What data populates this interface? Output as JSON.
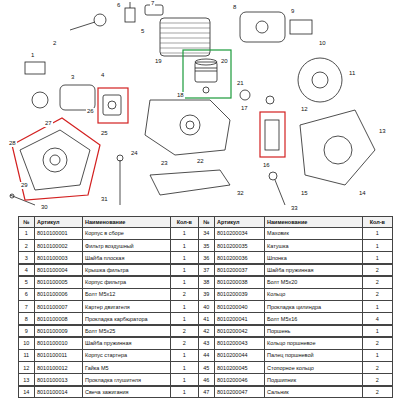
{
  "diagram": {
    "labels": [
      "1",
      "2",
      "3",
      "4",
      "5",
      "6",
      "7",
      "8",
      "9",
      "10",
      "11",
      "12",
      "13",
      "14",
      "15",
      "16",
      "17",
      "18",
      "19",
      "20",
      "21",
      "22",
      "23",
      "24",
      "25",
      "26",
      "27",
      "28",
      "29",
      "30",
      "31",
      "32",
      "33",
      "№",
      "Артикул",
      "Наименование",
      "Кол-в",
      "№",
      "Артикул",
      "Наименование",
      "Кол-в",
      "1",
      "8010100001",
      "Корпус в сборе",
      "1",
      "34",
      "8010200034",
      "Маховик",
      "1",
      "2",
      "8010100002",
      "Фильтр воздушный",
      "1",
      "35",
      "8010200035",
      "Катушка",
      "1",
      "3",
      "8010100003",
      "Шайба плоская",
      "1",
      "36",
      "8010200036",
      "Шпонка",
      "1",
      "4",
      "8010100004",
      "Крышка фильтра",
      "1",
      "37",
      "8010200037",
      "Шайба пружинная",
      "2",
      "5",
      "8010100005",
      "Корпус фильтра",
      "1",
      "38",
      "8010200038",
      "Болт M5x20",
      "2",
      "6",
      "8010100006",
      "Болт M5x12",
      "2",
      "39",
      "8010200039",
      "Кольцо",
      "2",
      "7",
      "8010100007",
      "Картер двигателя",
      "1",
      "40",
      "8010200040",
      "Прокладка цилиндра",
      "1",
      "8",
      "8010100008",
      "Прокладка карбюратора",
      "1",
      "41",
      "8010200041",
      "Болт M5x16",
      "4",
      "9",
      "8010100009",
      "Болт M5x25",
      "2",
      "42",
      "8010200042",
      "Поршень",
      "1",
      "10",
      "8010100010",
      "Шайба пружинная",
      "2",
      "43",
      "8010200043",
      "Кольцо поршневое",
      "2",
      "11",
      "8010100011",
      "Корпус стартера",
      "1",
      "44",
      "8010200044",
      "Палец поршневой",
      "1",
      "12",
      "8010100012",
      "Гайка M5",
      "1",
      "45",
      "8010200045",
      "Стопорное кольцо",
      "2",
      "13",
      "8010100013",
      "Прокладка глушителя",
      "1",
      "46",
      "8010200046",
      "Подшипник",
      "2",
      "14",
      "8010100014",
      "Свеча зажигания",
      "1",
      "47",
      "8010200047",
      "Сальник",
      "2"
    ]
  }
}
